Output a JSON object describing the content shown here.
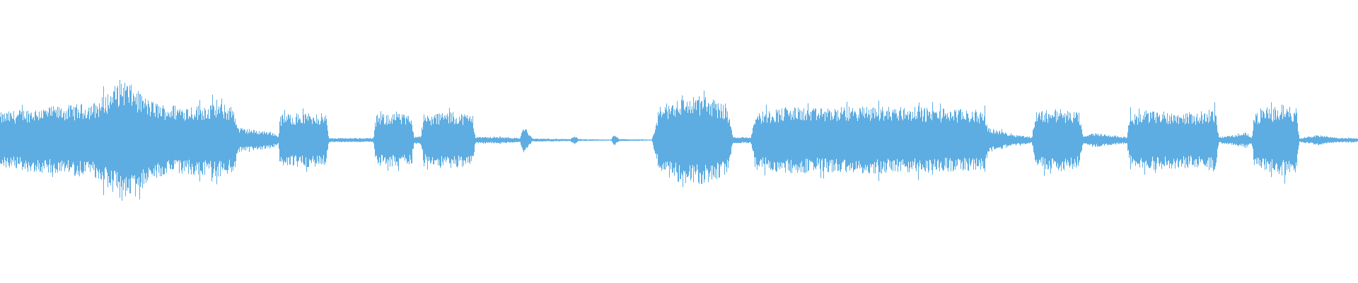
{
  "waveform": {
    "color": "#5dade2",
    "background": "#ffffff",
    "amplitude_profile": [
      [
        0.0,
        0.26
      ],
      [
        0.02,
        0.3
      ],
      [
        0.05,
        0.33
      ],
      [
        0.07,
        0.36
      ],
      [
        0.08,
        0.46
      ],
      [
        0.09,
        0.6
      ],
      [
        0.1,
        0.48
      ],
      [
        0.11,
        0.38
      ],
      [
        0.12,
        0.34
      ],
      [
        0.14,
        0.33
      ],
      [
        0.16,
        0.35
      ],
      [
        0.172,
        0.32
      ],
      [
        0.175,
        0.12
      ],
      [
        0.185,
        0.1
      ],
      [
        0.2,
        0.08
      ],
      [
        0.205,
        0.04
      ],
      [
        0.206,
        0.24
      ],
      [
        0.215,
        0.26
      ],
      [
        0.24,
        0.25
      ],
      [
        0.242,
        0.02
      ],
      [
        0.255,
        0.02
      ],
      [
        0.275,
        0.02
      ],
      [
        0.277,
        0.24
      ],
      [
        0.29,
        0.26
      ],
      [
        0.303,
        0.23
      ],
      [
        0.305,
        0.03
      ],
      [
        0.31,
        0.05
      ],
      [
        0.312,
        0.22
      ],
      [
        0.325,
        0.27
      ],
      [
        0.348,
        0.25
      ],
      [
        0.35,
        0.03
      ],
      [
        0.37,
        0.03
      ],
      [
        0.383,
        0.02
      ],
      [
        0.385,
        0.12
      ],
      [
        0.388,
        0.1
      ],
      [
        0.392,
        0.015
      ],
      [
        0.42,
        0.01
      ],
      [
        0.423,
        0.04
      ],
      [
        0.426,
        0.01
      ],
      [
        0.45,
        0.005
      ],
      [
        0.452,
        0.06
      ],
      [
        0.456,
        0.01
      ],
      [
        0.48,
        0.005
      ],
      [
        0.486,
        0.32
      ],
      [
        0.5,
        0.4
      ],
      [
        0.52,
        0.42
      ],
      [
        0.535,
        0.34
      ],
      [
        0.54,
        0.03
      ],
      [
        0.553,
        0.03
      ],
      [
        0.556,
        0.26
      ],
      [
        0.58,
        0.32
      ],
      [
        0.6,
        0.3
      ],
      [
        0.63,
        0.32
      ],
      [
        0.66,
        0.32
      ],
      [
        0.7,
        0.3
      ],
      [
        0.725,
        0.28
      ],
      [
        0.728,
        0.12
      ],
      [
        0.745,
        0.06
      ],
      [
        0.76,
        0.03
      ],
      [
        0.763,
        0.28
      ],
      [
        0.78,
        0.3
      ],
      [
        0.795,
        0.26
      ],
      [
        0.798,
        0.03
      ],
      [
        0.805,
        0.07
      ],
      [
        0.83,
        0.03
      ],
      [
        0.832,
        0.25
      ],
      [
        0.85,
        0.28
      ],
      [
        0.88,
        0.26
      ],
      [
        0.895,
        0.3
      ],
      [
        0.898,
        0.03
      ],
      [
        0.915,
        0.06
      ],
      [
        0.918,
        0.08
      ],
      [
        0.922,
        0.03
      ],
      [
        0.924,
        0.26
      ],
      [
        0.945,
        0.34
      ],
      [
        0.955,
        0.3
      ],
      [
        0.957,
        0.02
      ],
      [
        0.97,
        0.05
      ],
      [
        0.98,
        0.03
      ],
      [
        0.99,
        0.02
      ],
      [
        1.0,
        0.02
      ]
    ]
  }
}
